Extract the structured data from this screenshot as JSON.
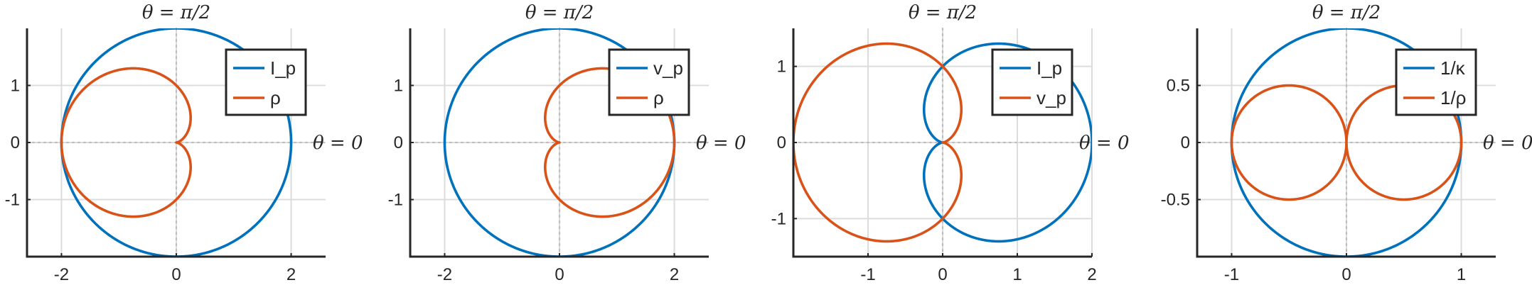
{
  "chart_data": [
    {
      "type": "line",
      "xlim": [
        -2.6,
        2.6
      ],
      "ylim": [
        -2,
        2
      ],
      "xticks": [
        -2,
        0,
        2
      ],
      "xtick_labels": [
        "-2",
        "0",
        "2"
      ],
      "yticks": [
        -1,
        0,
        1
      ],
      "ytick_labels": [
        "-1",
        "0",
        "1"
      ],
      "grid": true,
      "legend_position": "top-right",
      "annotation_top": "θ = π/2",
      "annotation_right": "θ = 0",
      "series": [
        {
          "name": "I_p",
          "curve": "circle",
          "center": [
            0,
            0
          ],
          "radius": 2,
          "color": "#0072BD"
        },
        {
          "name": "ρ",
          "curve": "rho",
          "sign": -1,
          "color": "#D95319"
        }
      ]
    },
    {
      "type": "line",
      "xlim": [
        -2.6,
        2.6
      ],
      "ylim": [
        -2,
        2
      ],
      "xticks": [
        -2,
        0,
        2
      ],
      "xtick_labels": [
        "-2",
        "0",
        "2"
      ],
      "yticks": [
        -1,
        0,
        1
      ],
      "ytick_labels": [
        "-1",
        "0",
        "1"
      ],
      "grid": true,
      "legend_position": "top-right",
      "annotation_top": "θ = π/2",
      "annotation_right": "θ = 0",
      "series": [
        {
          "name": "v_p",
          "curve": "circle",
          "center": [
            0,
            0
          ],
          "radius": 2,
          "color": "#0072BD"
        },
        {
          "name": "ρ",
          "curve": "rho",
          "sign": 1,
          "color": "#D95319"
        }
      ]
    },
    {
      "type": "line",
      "xlim": [
        -2,
        2
      ],
      "ylim": [
        -1.5,
        1.5
      ],
      "xticks": [
        -1,
        0,
        1,
        2
      ],
      "xtick_labels": [
        "-1",
        "0",
        "1",
        "2"
      ],
      "yticks": [
        -1,
        0,
        1
      ],
      "ytick_labels": [
        "-1",
        "0",
        "1"
      ],
      "grid": true,
      "legend_position": "top-right",
      "annotation_top": "θ = π/2",
      "annotation_right": "θ = 0",
      "series": [
        {
          "name": "I_p",
          "curve": "rho",
          "sign": 1,
          "color": "#0072BD"
        },
        {
          "name": "v_p",
          "curve": "rho",
          "sign": -1,
          "color": "#D95319"
        }
      ]
    },
    {
      "type": "line",
      "xlim": [
        -1.3,
        1.3
      ],
      "ylim": [
        -1,
        1
      ],
      "xticks": [
        -1,
        0,
        1
      ],
      "xtick_labels": [
        "-1",
        "0",
        "1"
      ],
      "yticks": [
        -0.5,
        0,
        0.5
      ],
      "ytick_labels": [
        "-0.5",
        "0",
        "0.5"
      ],
      "grid": true,
      "legend_position": "top-right",
      "annotation_top": "θ = π/2",
      "annotation_right": "θ = 0",
      "series": [
        {
          "name": "1/κ",
          "curve": "circle",
          "center": [
            0,
            0
          ],
          "radius": 1,
          "color": "#0072BD"
        },
        {
          "name": "1/ρ",
          "curve": "twolobe",
          "color": "#D95319"
        }
      ]
    }
  ]
}
